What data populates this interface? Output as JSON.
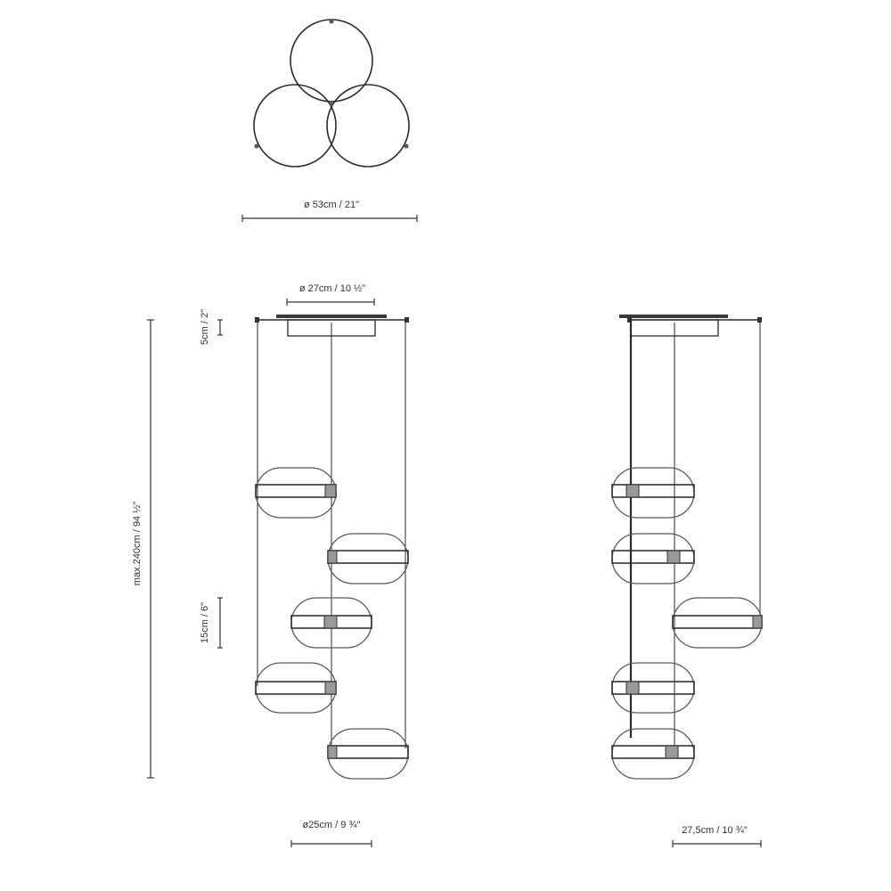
{
  "labels": {
    "top_diameter": "ø 53cm / 21\"",
    "canopy_diameter": "ø 27cm / 10 ½\"",
    "canopy_height": "5cm / 2\"",
    "max_height": "max.240cm / 94 ½\"",
    "shade_height": "15cm / 6\"",
    "shade_diameter": "ø25cm / 9 ¾\"",
    "side_width": "27,5cm / 10 ¾\""
  }
}
